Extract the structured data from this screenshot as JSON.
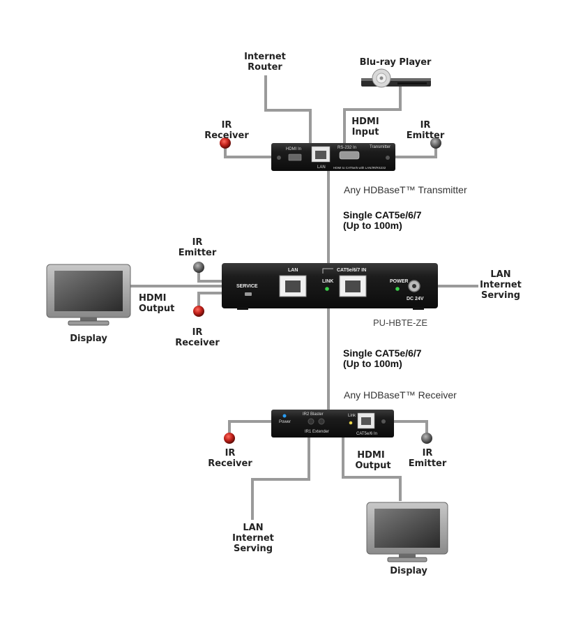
{
  "labels": {
    "internet_router_1": "Internet",
    "internet_router_2": "Router",
    "bluray": "Blu-ray Player",
    "tx_ir_receiver_1": "IR",
    "tx_ir_receiver_2": "Receiver",
    "hdmi_input_1": "HDMI",
    "hdmi_input_2": "Input",
    "tx_ir_emitter_1": "IR",
    "tx_ir_emitter_2": "Emitter",
    "transmitter_note": "Any HDBaseT™ Transmitter",
    "cable_top_1": "Single CAT5e/6/7",
    "cable_top_2": "(Up to 100m)",
    "main_ir_emitter_1": "IR",
    "main_ir_emitter_2": "Emitter",
    "main_hdmi_output_1": "HDMI",
    "main_hdmi_output_2": "Output",
    "main_ir_receiver_1": "IR",
    "main_ir_receiver_2": "Receiver",
    "display_left": "Display",
    "lan_serving_right_1": "LAN",
    "lan_serving_right_2": "Internet",
    "lan_serving_right_3": "Serving",
    "model_name": "PU-HBTE-ZE",
    "cable_bottom_1": "Single CAT5e/6/7",
    "cable_bottom_2": "(Up to 100m)",
    "receiver_note": "Any HDBaseT™ Receiver",
    "rx_ir_receiver_1": "IR",
    "rx_ir_receiver_2": "Receiver",
    "rx_hdmi_output_1": "HDMI",
    "rx_hdmi_output_2": "Output",
    "rx_ir_emitter_1": "IR",
    "rx_ir_emitter_2": "Emitter",
    "lan_serving_bottom_1": "LAN",
    "lan_serving_bottom_2": "Internet",
    "lan_serving_bottom_3": "Serving",
    "display_bottom": "Display"
  },
  "transmitter_panel": {
    "hdmi_in": "HDMI In",
    "lan": "LAN",
    "rs232_in": "RS-232 In",
    "transmitter": "Transmitter",
    "caption": "HDMI to CAT5e/6 with LAN/IR/RS232"
  },
  "main_panel": {
    "service": "SERVICE",
    "lan": "LAN",
    "cat_in": "CAT5e/6/7 IN",
    "link": "LINK",
    "power": "POWER",
    "dc": "DC 24V"
  },
  "receiver_panel": {
    "power": "Power",
    "ir2": "IR2 Blaster",
    "ir1": "IR1 Extender",
    "link": "Link",
    "cat_in": "CAT5e/6 In"
  },
  "colors": {
    "wire": "#9a9a9a",
    "device_body": "#1c1c1c",
    "ir_receiver_red": "#c0211a",
    "ir_emitter_gray": "#6b6b6b",
    "link_led": "#3bd24a",
    "power_led_blue": "#2a9df4"
  }
}
